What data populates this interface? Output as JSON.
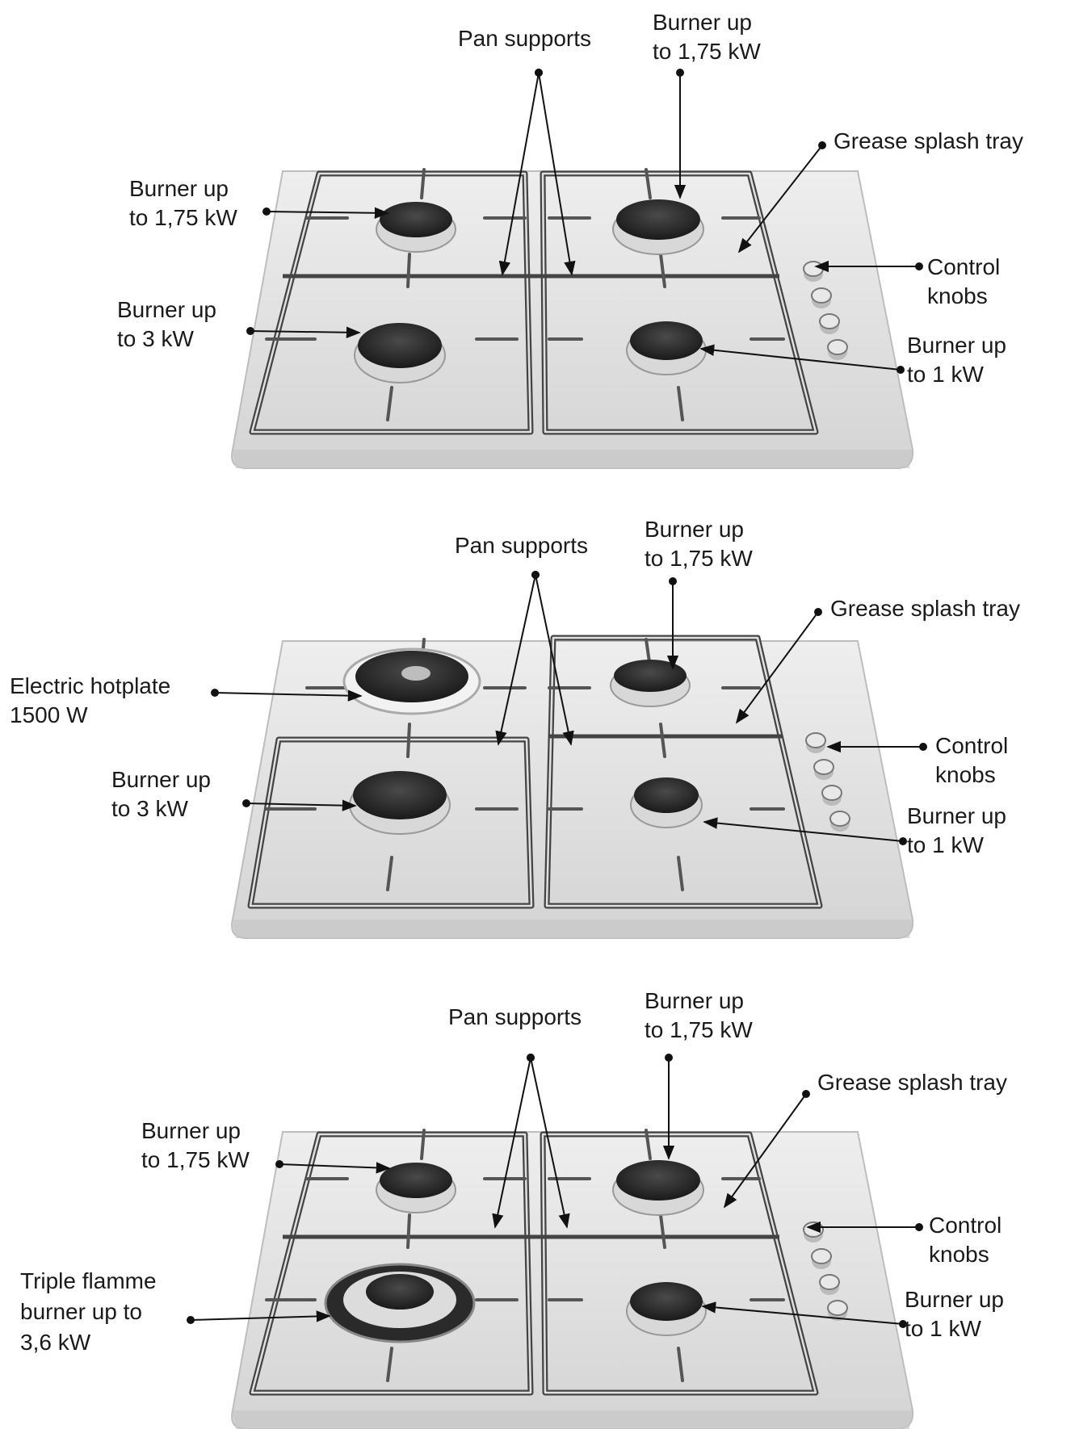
{
  "diagrams": [
    {
      "labels": {
        "pan_supports": "Pan supports",
        "rear_right_burner": [
          "Burner up",
          "to 1,75 kW"
        ],
        "grease_tray": "Grease splash tray",
        "rear_left_burner": [
          "Burner up",
          "to 1,75 kW"
        ],
        "control_knobs": [
          "Control",
          "knobs"
        ],
        "front_left_burner": [
          "Burner up",
          "to 3 kW"
        ],
        "front_right_burner": [
          "Burner up",
          "to 1 kW"
        ]
      }
    },
    {
      "labels": {
        "pan_supports": "Pan supports",
        "rear_right_burner": [
          "Burner up",
          "to 1,75 kW"
        ],
        "grease_tray": "Grease splash tray",
        "hotplate": [
          "Electric hotplate",
          "1500 W"
        ],
        "control_knobs": [
          "Control",
          "knobs"
        ],
        "front_left_burner": [
          "Burner up",
          "to 3 kW"
        ],
        "front_right_burner": [
          "Burner up",
          "to 1 kW"
        ]
      }
    },
    {
      "labels": {
        "pan_supports": "Pan supports",
        "rear_right_burner": [
          "Burner up",
          "to 1,75 kW"
        ],
        "grease_tray": "Grease splash tray",
        "rear_left_burner": [
          "Burner up",
          "to 1,75 kW"
        ],
        "control_knobs": [
          "Control",
          "knobs"
        ],
        "triple_flame_burner": [
          "Triple flamme",
          "burner up to",
          "3,6 kW"
        ],
        "front_right_burner": [
          "Burner up",
          "to 1 kW"
        ]
      }
    }
  ]
}
